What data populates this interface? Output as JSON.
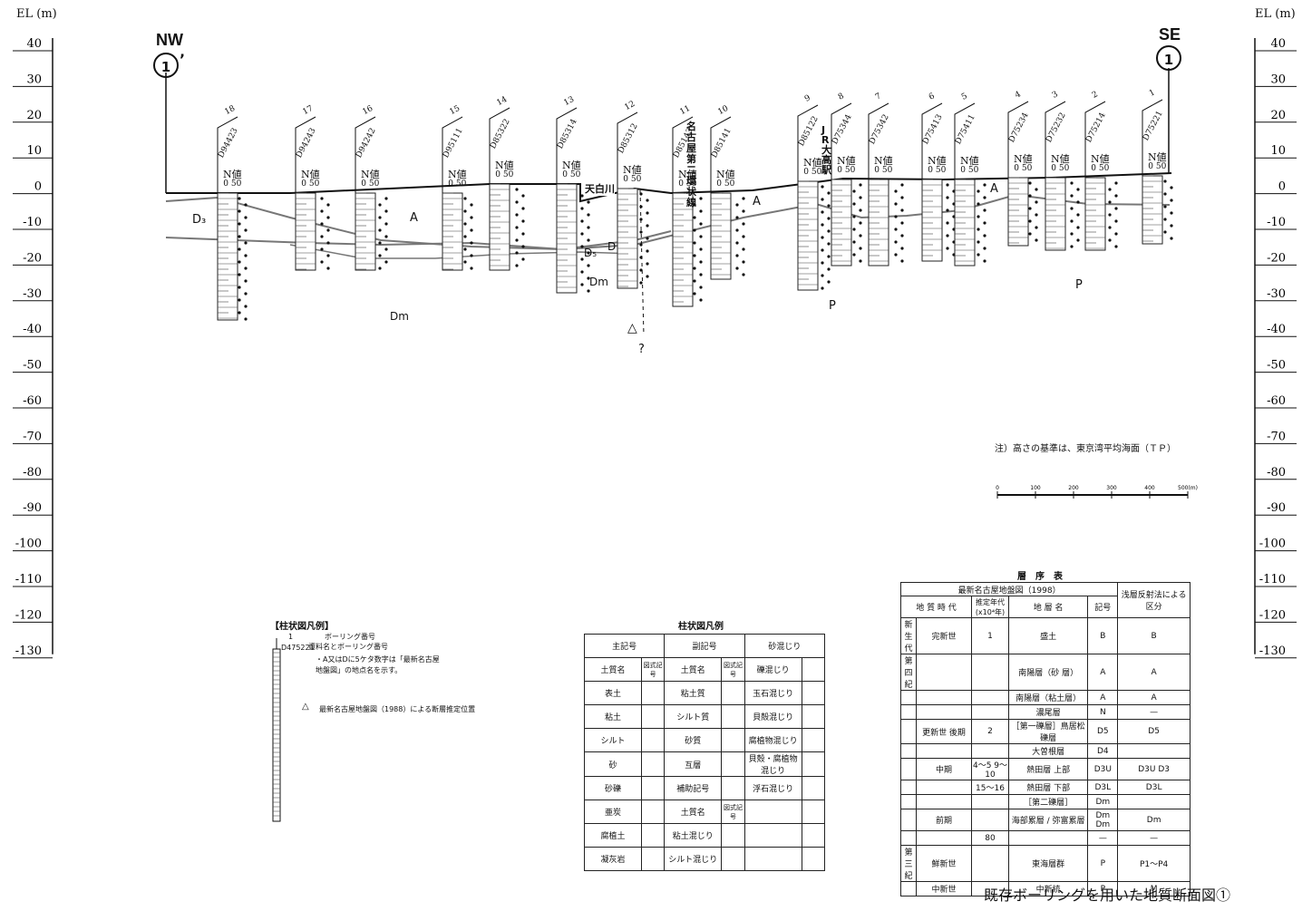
{
  "axis": {
    "left_title": "EL (m)",
    "right_title": "EL (m)",
    "ticks": [
      "40",
      "30",
      "20",
      "10",
      "0",
      "-10",
      "-20",
      "-30",
      "-40",
      "-50",
      "-60",
      "-70",
      "-80",
      "-90",
      "-100",
      "-110",
      "-120",
      "-130"
    ]
  },
  "section": {
    "left_dir": "NW",
    "left_marker": "1",
    "left_marker_prime": "’",
    "right_dir": "SE",
    "right_marker": "1",
    "nvalue_label": "N値",
    "nvalue_scale": "0 50",
    "boreholes": [
      {
        "no": "18",
        "id": "D94423"
      },
      {
        "no": "17",
        "id": "D94243"
      },
      {
        "no": "16",
        "id": "D94242"
      },
      {
        "no": "15",
        "id": "D95111"
      },
      {
        "no": "14",
        "id": "D85322"
      },
      {
        "no": "13",
        "id": "D85314"
      },
      {
        "no": "12",
        "id": "D85312"
      },
      {
        "no": "11",
        "id": "D85143"
      },
      {
        "no": "10",
        "id": "D85141"
      },
      {
        "no": "9",
        "id": "D85122"
      },
      {
        "no": "8",
        "id": "D75344"
      },
      {
        "no": "7",
        "id": "D75342"
      },
      {
        "no": "6",
        "id": "D75413"
      },
      {
        "no": "5",
        "id": "D75411"
      },
      {
        "no": "4",
        "id": "D75234"
      },
      {
        "no": "3",
        "id": "D75232"
      },
      {
        "no": "2",
        "id": "D75214"
      },
      {
        "no": "1",
        "id": "D75221"
      }
    ],
    "labels": {
      "d3": "D₃",
      "a1": "A",
      "a2": "A",
      "a3": "A",
      "ds": "D₅",
      "d": "D",
      "dm1": "Dm",
      "dm2": "Dm",
      "p1": "P",
      "p2": "P",
      "tri": "△",
      "q": "?"
    },
    "landmarks": {
      "river": "天白川",
      "ring": "名古屋第二環状線",
      "jr": "JR大高駅"
    }
  },
  "note": "注）高さの基準は、東京湾平均海面（ＴＰ）",
  "scalebar": {
    "labels": [
      "0",
      "100",
      "200",
      "300",
      "400",
      "500(m)"
    ]
  },
  "col_legend": {
    "title": "【柱状図凡例】",
    "line1": "ボーリング番号",
    "line2": "資料名とボーリング番号",
    "line3": "・A又はDに5ケタ数字は「最新名古屋地盤図」の地点名を示す。",
    "sample_no": "1",
    "sample_id": "D475221",
    "fault_sym": "△",
    "fault": "最新名古屋地盤図（1988）による断層推定位置"
  },
  "sym_legend": {
    "title": "柱状図凡例",
    "head": [
      "主記号",
      "副記号",
      "砂混じり"
    ],
    "rows": [
      [
        "土質名",
        "図式記号",
        "土質名",
        "図式記号",
        "礫混じり",
        ""
      ],
      [
        "表土",
        "",
        "粘土質",
        "",
        "玉石混じり",
        ""
      ],
      [
        "粘土",
        "",
        "シルト質",
        "",
        "貝殻混じり",
        ""
      ],
      [
        "シルト",
        "",
        "砂質",
        "",
        "腐植物混じり",
        ""
      ],
      [
        "砂",
        "",
        "互層",
        "",
        "貝殻・腐植物混じり",
        ""
      ],
      [
        "砂礫",
        "",
        "補助記号",
        "",
        "浮石混じり",
        ""
      ],
      [
        "亜炭",
        "",
        "土質名",
        "図式記号",
        "",
        ""
      ],
      [
        "腐植土",
        "",
        "粘土混じり",
        "",
        "",
        ""
      ],
      [
        "凝灰岩",
        "",
        "シルト混じり",
        "",
        "",
        ""
      ]
    ]
  },
  "strat": {
    "title": "層　序　表",
    "src": "最新名古屋地盤図（1998）",
    "ref": "浅層反射法による区分",
    "hdr": [
      "地 質 時 代",
      "推定年代(x10⁴年)",
      "地 層 名",
      "記号"
    ],
    "era": "新生代",
    "q": "第四紀",
    "tert": "第三紀",
    "hol": "完新世",
    "ple": "更新世",
    "pli": "鮮新世",
    "mio": "中新世",
    "late": "後期",
    "mid": "中期",
    "early": "前期",
    "ages": [
      "1",
      "2",
      "4～5",
      "9～10",
      "15～16",
      "80"
    ],
    "layers": [
      "盛土",
      "南陽層（砂 層）",
      "南陽層（粘土層）",
      "濃尾層",
      "［第一礫層］鳥居松礫層",
      "大曽根層",
      "熱田層",
      "上部",
      "下部",
      "［第二礫層］",
      "海部累層",
      "弥富累層",
      "",
      "東海層群",
      "中新統"
    ],
    "syms": [
      "B",
      "A",
      "A",
      "N",
      "D5",
      "D4",
      "D3U",
      "D3L",
      "Dm",
      "Dm",
      "Dm",
      "—",
      "P",
      "P"
    ],
    "refs": [
      "B",
      "A",
      "A",
      "—",
      "D5",
      "D3U",
      "D3L",
      "D3",
      "Dm",
      "—",
      "P1～P4",
      "M"
    ]
  },
  "bottom_title": "既存ボーリングを用いた地質断面図①"
}
